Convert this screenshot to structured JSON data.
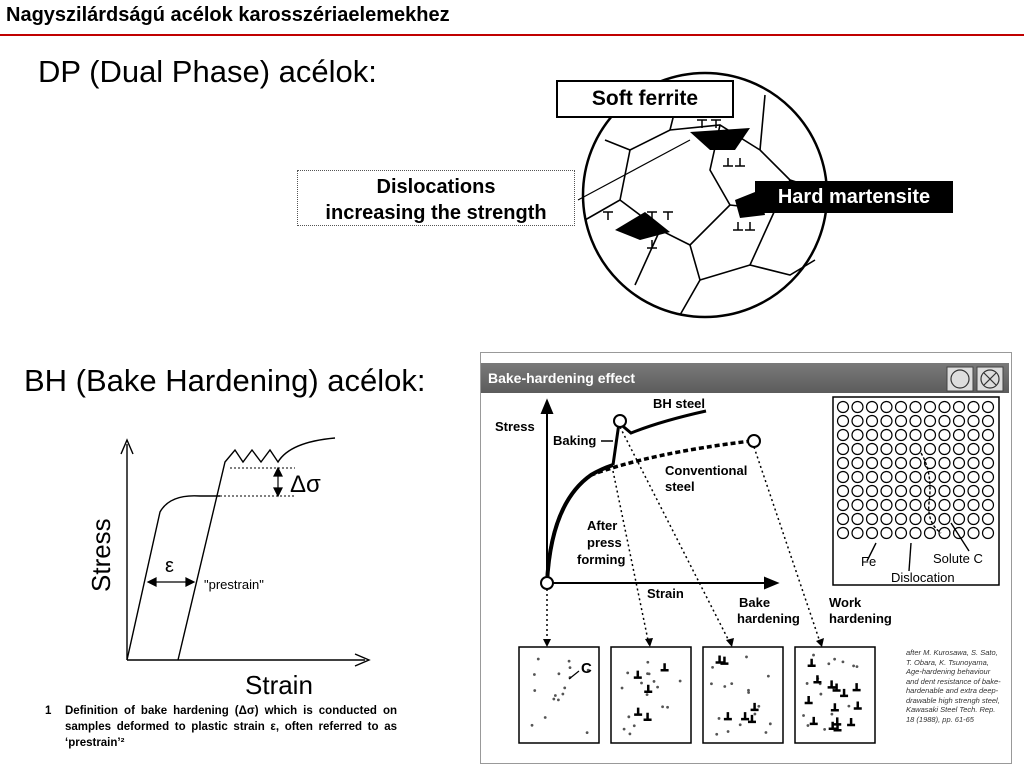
{
  "slide": {
    "title": "Nagyszilárdságú acélok karosszériaelemekhez",
    "accent_color": "#c00000"
  },
  "dp": {
    "heading": "DP (Dual Phase) acélok:",
    "soft_ferrite_label": "Soft ferrite",
    "dislocations_label_line1": "Dislocations",
    "dislocations_label_line2": "increasing the strength",
    "hard_martensite_label": "Hard martensite"
  },
  "bh": {
    "heading": "BH (Bake Hardening) acélok:",
    "left_chart": {
      "ylabel": "Stress",
      "xlabel": "Strain",
      "delta_sigma": "Δσ",
      "epsilon": "ε",
      "prestrain": "\"prestrain\""
    },
    "caption_number": "1",
    "caption_text": "Definition of bake hardening (Δσ) which is conducted on samples deformed to plastic strain ε, often referred to as ‘prestrain’²",
    "panel": {
      "title": "Bake-hardening effect",
      "stress_label": "Stress",
      "strain_label": "Strain",
      "baking_label": "Baking",
      "bh_steel_label": "BH steel",
      "conventional_line1": "Conventional",
      "conventional_line2": "steel",
      "after_line1": "After",
      "after_line2": "press",
      "after_line3": "forming",
      "bake_line1": "Bake",
      "bake_line2": "hardening",
      "work_line1": "Work",
      "work_line2": "hardening",
      "fe_label": "Fe",
      "solute_label": "Solute C",
      "dislocation_label": "Dislocation",
      "c_label": "C",
      "reference": "after M. Kurosawa, S. Sato, T. Obara, K. Tsunoyama, Age-hardening behaviour and dent resistance of bake-hardenable and extra deep-drawable high strengh steel, Kawasaki Steel Tech. Rep. 18 (1988), pp. 61-65"
    }
  }
}
